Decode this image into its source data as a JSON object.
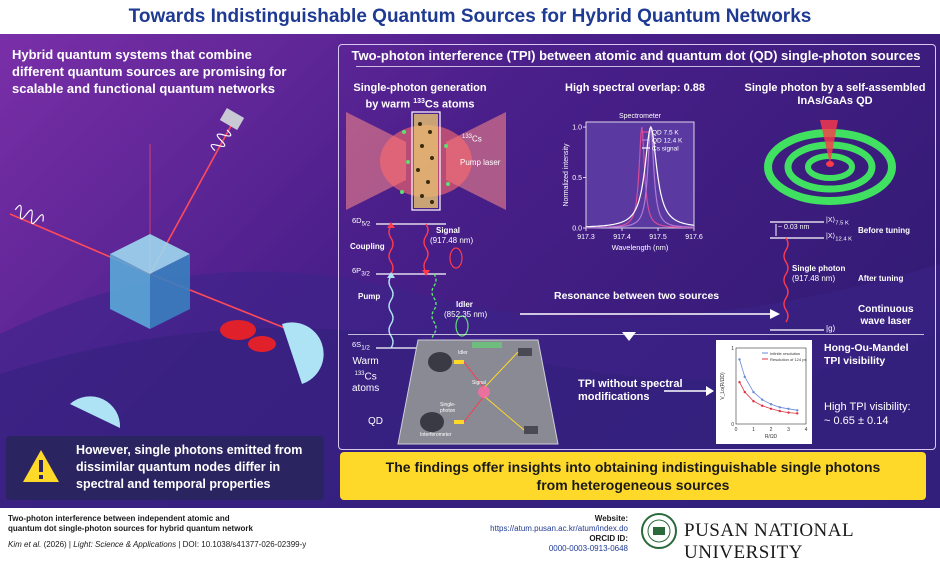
{
  "title": "Towards Indistinguishable Quantum Sources for Hybrid Quantum Networks",
  "left": {
    "intro_line1": "Hybrid quantum systems that combine",
    "intro_line2": "different quantum sources are promising for",
    "intro_line3": "scalable and functional quantum networks",
    "warning_line1": "However, single photons emitted from",
    "warning_line2": "dissimilar quantum nodes differ in",
    "warning_line3": "spectral and temporal properties",
    "warning_icon": "warning-triangle-icon"
  },
  "tpi": {
    "header": "Two-photon interference (TPI) between atomic and quantum dot (QD) single-photon sources",
    "cs_title_line1": "Single-photon generation",
    "cs_title_line2": "by warm",
    "cs_sup": "133",
    "cs_title_atoms": "Cs atoms",
    "cs_label": "Cs",
    "pump_laser": "Pump laser",
    "spec_title": "High spectral overlap: 0.88",
    "qd_title_line1": "Single photon by a self-assembled",
    "qd_title_line2": "InAs/GaAs QD",
    "levels": {
      "l1": "6D",
      "l1_sub": "5/2",
      "l2": "6P",
      "l2_sub": "3/2",
      "l3": "6S",
      "l3_sub": "1/2",
      "coupling": "Coupling",
      "pump": "Pump",
      "signal": "Signal",
      "signal_wl": "(917.48 nm)",
      "idler": "Idler",
      "idler_wl": "(852.35 nm)"
    },
    "resonance": "Resonance between two sources",
    "qd_levels": {
      "x75": "|X⟩",
      "x75_sub": "7.5 K",
      "x124": "|X⟩",
      "x124_sub": "12.4 K",
      "delta": "~ 0.03 nm",
      "before": "Before tuning",
      "after": "After tuning",
      "sp": "Single photon",
      "sp_wl": "(917.48 nm)",
      "cw_line1": "Continuous",
      "cw_line2": "wave laser",
      "g": "|g⟩"
    },
    "setup": {
      "warm": "Warm",
      "atoms_sup": "133",
      "atoms": "Cs",
      "atoms2": "atoms",
      "qd": "QD",
      "idler": "Idler",
      "signal": "Signal",
      "single_photon": "Single-",
      "single_photon2": "photon",
      "interferometer": "Interferometer",
      "tpi_without_line1": "TPI without spectral",
      "tpi_without_line2": "modifications"
    },
    "hom": {
      "title_line1": "Hong-Ou-Mandel",
      "title_line2": "TPI visibility",
      "high_line1": "High TPI visibility:",
      "high_line2": "~ 0.65 ± 0.14"
    }
  },
  "findings_line1": "The findings offer insights into obtaining indistinguishable single photons",
  "findings_line2": "from heterogeneous sources",
  "footer": {
    "paper_line1": "Two-photon interference between independent atomic and",
    "paper_line2": "quantum dot single-photon sources for hybrid quantum network",
    "citation_authors": "Kim et al.",
    "citation_year": " (2026)  |  ",
    "citation_journal": "Light: Science & Applications",
    "citation_doi": "  |  DOI: 10.1038/s41377-026-02399-y",
    "website_label": "Website:",
    "website_url": "https://atum.pusan.ac.kr/atum/index.do",
    "orcid_label": "ORCID ID:",
    "orcid_id": "0000-0003-0913-0648",
    "university": "PUSAN NATIONAL UNIVERSITY"
  },
  "colors": {
    "title": "#1f3a93",
    "background_dark": "#2b1a6e",
    "background_light": "#7a2fa8",
    "findings_bg": "#ffd92a",
    "signal_red": "#e02a3a",
    "idler_green": "#4fd06a",
    "qd_green": "#40e060"
  },
  "chart_data": [
    {
      "type": "line",
      "title": "Spectrometer",
      "xlabel": "Wavelength (nm)",
      "ylabel": "Normalized intensity",
      "xlim": [
        917.3,
        917.6
      ],
      "ylim": [
        0,
        1.05
      ],
      "x_ticks": [
        "917.3",
        "917.4",
        "917.5",
        "917.6"
      ],
      "y_ticks": [
        "0.0",
        "0.5",
        "1.0"
      ],
      "legend": "top-right",
      "series": [
        {
          "name": "QD 7.5 K",
          "peak": 917.455,
          "fwhm": 0.018,
          "color": "#d84a9a"
        },
        {
          "name": "QD 12.4 K",
          "peak": 917.48,
          "fwhm": 0.02,
          "color": "#b07ad8"
        },
        {
          "name": "Cs signal",
          "peak": 917.48,
          "fwhm": 0.04,
          "color": "#ffffff"
        }
      ]
    },
    {
      "type": "scatter",
      "xlabel": "R/ΩD",
      "ylabel": "V_Lo(R/ΩD)",
      "xlim": [
        0,
        4
      ],
      "ylim": [
        0,
        1
      ],
      "x_ticks": [
        "0",
        "1",
        "2",
        "3",
        "4"
      ],
      "y_ticks": [
        "0",
        "1"
      ],
      "legend": "top-right",
      "series": [
        {
          "name": "Infinite resolution",
          "color": "#6a8ad8",
          "x": [
            0.2,
            0.5,
            1.0,
            1.5,
            2.0,
            2.5,
            3.0,
            3.5
          ],
          "y": [
            0.85,
            0.62,
            0.42,
            0.32,
            0.26,
            0.22,
            0.2,
            0.18
          ]
        },
        {
          "name": "Resolution of 124 ps",
          "color": "#e03040",
          "x": [
            0.2,
            0.5,
            1.0,
            1.5,
            2.0,
            2.5,
            3.0,
            3.5
          ],
          "y": [
            0.55,
            0.42,
            0.3,
            0.24,
            0.2,
            0.17,
            0.15,
            0.14
          ]
        }
      ]
    }
  ]
}
